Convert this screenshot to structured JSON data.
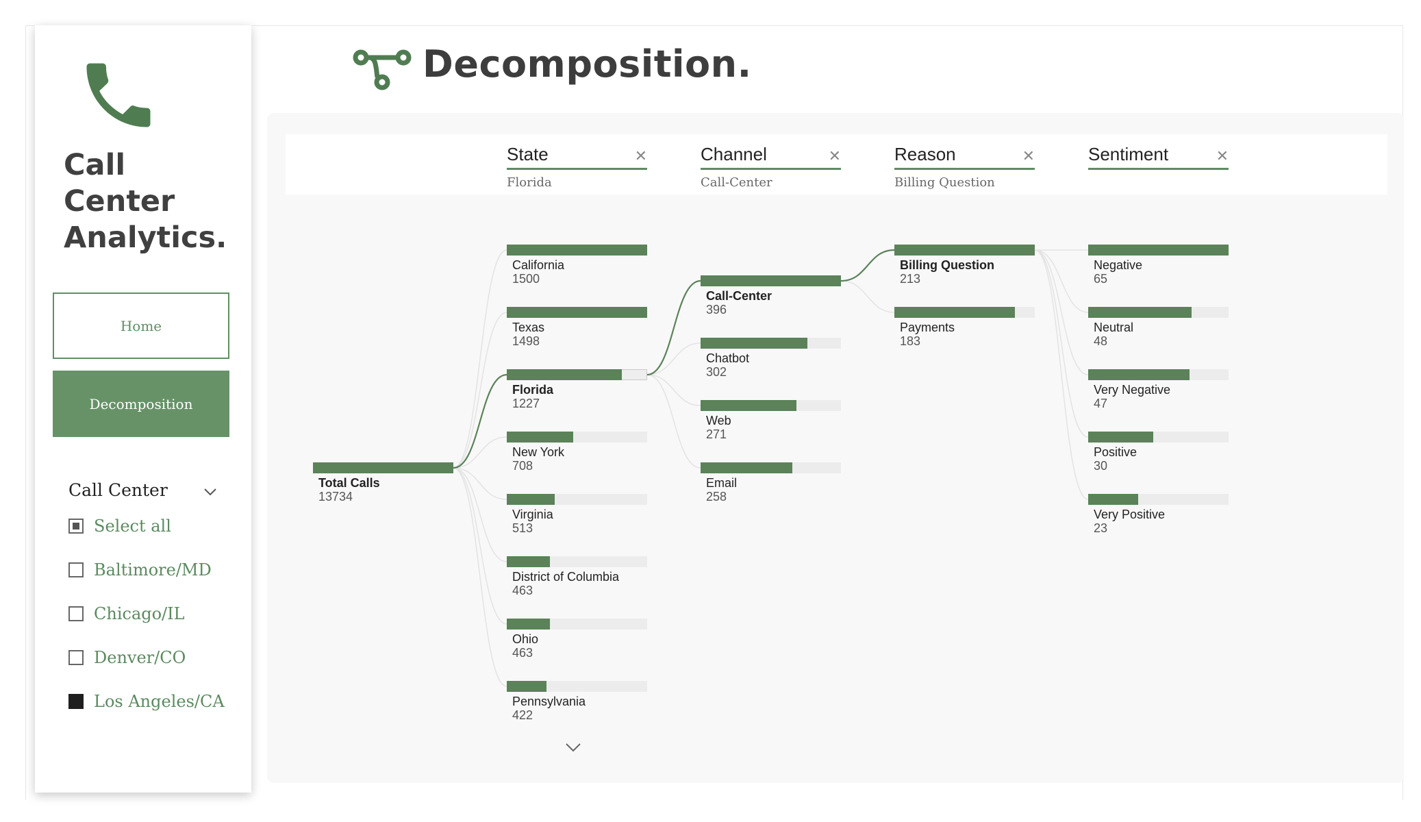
{
  "app": {
    "title": "Call Center Analytics.",
    "title_lines": [
      "Call",
      "Center",
      "Analytics."
    ],
    "accent_color": "#5f8a63",
    "brand_icon": "phone-icon"
  },
  "nav": {
    "items": [
      {
        "label": "Home",
        "active": false
      },
      {
        "label": "Decomposition",
        "active": true
      }
    ]
  },
  "slicer": {
    "title": "Call Center",
    "items": [
      {
        "label": "Select all",
        "state": "partial"
      },
      {
        "label": "Baltimore/MD",
        "state": "unchecked"
      },
      {
        "label": "Chicago/IL",
        "state": "unchecked"
      },
      {
        "label": "Denver/CO",
        "state": "unchecked"
      },
      {
        "label": "Los Angeles/CA",
        "state": "checked"
      }
    ]
  },
  "page": {
    "title": "Decomposition.",
    "icon": "decomposition-tree-icon"
  },
  "tree": {
    "levels": [
      {
        "name": "State",
        "selection": "Florida"
      },
      {
        "name": "Channel",
        "selection": "Call-Center"
      },
      {
        "name": "Reason",
        "selection": "Billing Question"
      },
      {
        "name": "Sentiment",
        "selection": ""
      }
    ],
    "root": {
      "label": "Total Calls",
      "value": "13734"
    },
    "state": [
      {
        "label": "California",
        "value": "1500",
        "fraction": 1.0
      },
      {
        "label": "Texas",
        "value": "1498",
        "fraction": 0.999
      },
      {
        "label": "Florida",
        "value": "1227",
        "fraction": 0.818,
        "active": true
      },
      {
        "label": "New York",
        "value": "708",
        "fraction": 0.472
      },
      {
        "label": "Virginia",
        "value": "513",
        "fraction": 0.342
      },
      {
        "label": "District of Columbia",
        "value": "463",
        "fraction": 0.309
      },
      {
        "label": "Ohio",
        "value": "463",
        "fraction": 0.309
      },
      {
        "label": "Pennsylvania",
        "value": "422",
        "fraction": 0.281
      }
    ],
    "channel": [
      {
        "label": "Call-Center",
        "value": "396",
        "fraction": 1.0,
        "active": true
      },
      {
        "label": "Chatbot",
        "value": "302",
        "fraction": 0.763
      },
      {
        "label": "Web",
        "value": "271",
        "fraction": 0.684
      },
      {
        "label": "Email",
        "value": "258",
        "fraction": 0.652
      }
    ],
    "reason": [
      {
        "label": "Billing Question",
        "value": "213",
        "fraction": 1.0,
        "active": true
      },
      {
        "label": "Payments",
        "value": "183",
        "fraction": 0.859
      }
    ],
    "sentiment": [
      {
        "label": "Negative",
        "value": "65",
        "fraction": 1.0
      },
      {
        "label": "Neutral",
        "value": "48",
        "fraction": 0.738
      },
      {
        "label": "Very Negative",
        "value": "47",
        "fraction": 0.723
      },
      {
        "label": "Positive",
        "value": "30",
        "fraction": 0.462
      },
      {
        "label": "Very Positive",
        "value": "23",
        "fraction": 0.354
      }
    ]
  }
}
